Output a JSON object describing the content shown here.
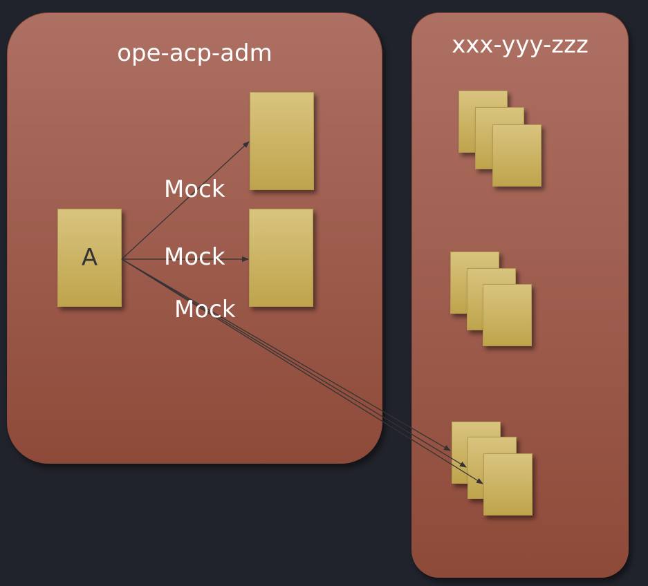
{
  "containers": {
    "left": {
      "title": "ope-acp-adm"
    },
    "right": {
      "title": "xxx-yyy-zzz"
    }
  },
  "nodes": {
    "a": {
      "label": "A"
    }
  },
  "edges": [
    {
      "label": "Mock"
    },
    {
      "label": "Mock"
    },
    {
      "label": "Mock"
    }
  ],
  "colors": {
    "background": "#20232b",
    "container_fill_top": "#ad7063",
    "container_fill_bottom": "#8e4a39",
    "node_fill_top": "#d9c47f",
    "node_fill_bottom": "#bfa44c",
    "edge_stroke": "#333333",
    "label_text": "#ffffff"
  }
}
